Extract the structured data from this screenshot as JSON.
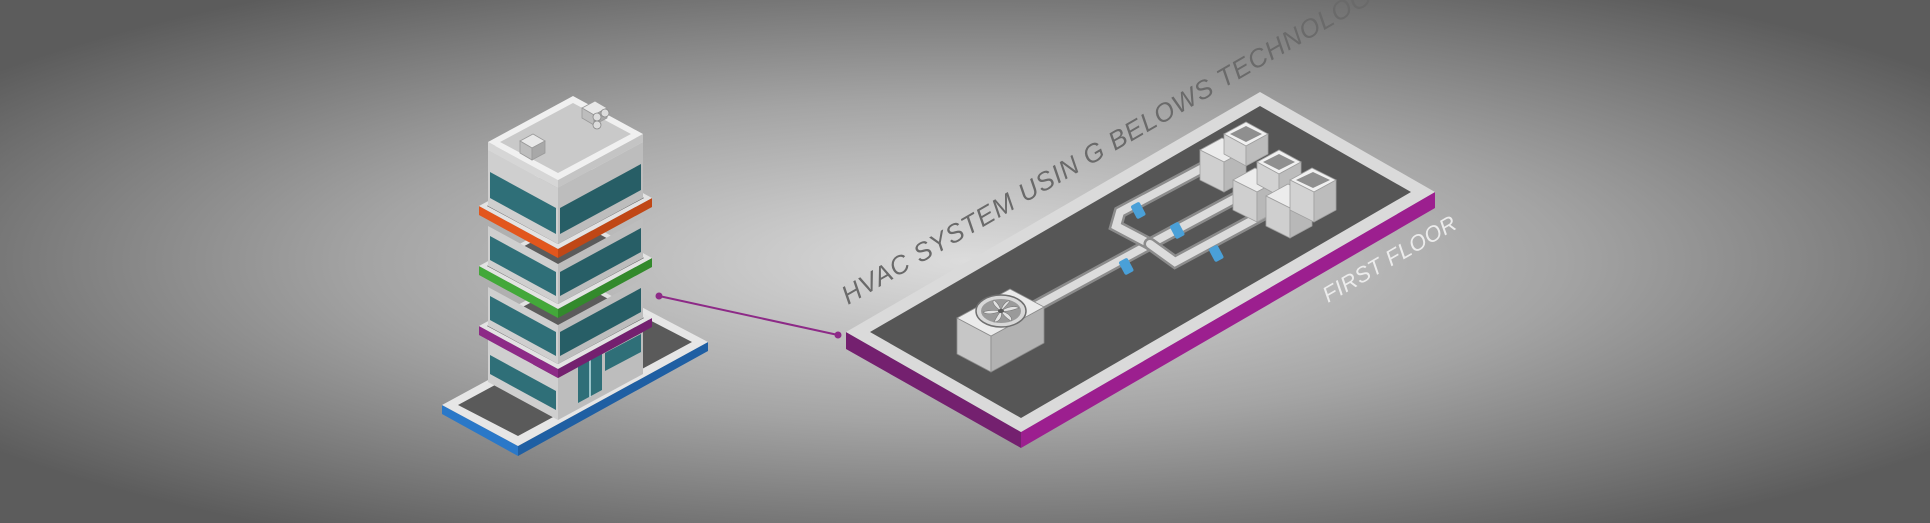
{
  "diagram": {
    "title": "HVAC  SYSTEM USIN G  BELOWS TECHNOLOGY",
    "floor_label": "FIRST FLOOR"
  },
  "colors": {
    "floor_accent": "#9c1f8f",
    "orange_band": "#e2561d",
    "green_band": "#43a83a",
    "purple_band": "#8d2a87",
    "teal_glass": "#2f6f78",
    "blue_base": "#2a78c8",
    "pipe_coupling": "#4aa0d8"
  },
  "icons": {
    "building": "isometric-office-building",
    "outdoor_unit": "fan-icon",
    "indoor_units": "air-handler-box"
  }
}
